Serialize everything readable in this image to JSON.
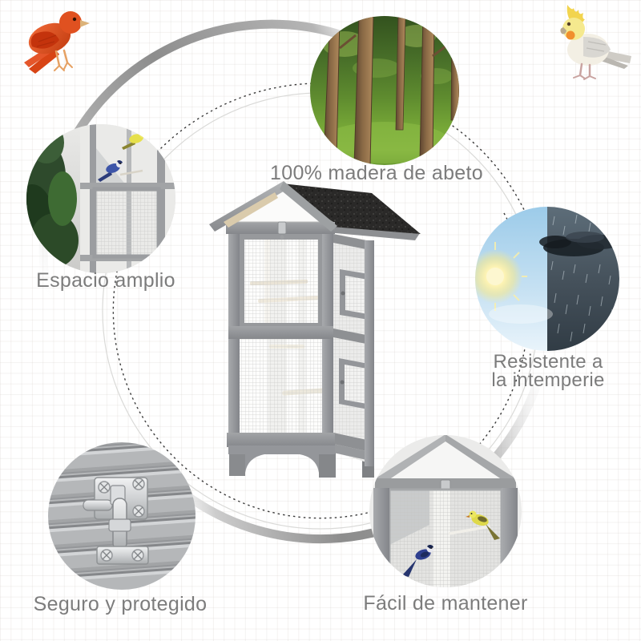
{
  "features": [
    {
      "id": "wood",
      "label": "100% madera de abeto",
      "image": "forest-fir-trees-photo"
    },
    {
      "id": "space",
      "label": "Espacio amplio",
      "image": "aviary-interior-with-plant-photo"
    },
    {
      "id": "weather",
      "label": "Resistente a la intemperie",
      "line1": "Resistente a",
      "line2": "la intemperie",
      "image": "sun-and-rain-split-photo"
    },
    {
      "id": "secure",
      "label": "Seguro y protegido",
      "image": "metal-latch-on-wood-photo"
    },
    {
      "id": "maintain",
      "label": "Fácil de mantener",
      "image": "aviary-front-with-birds-photo"
    }
  ],
  "decor": {
    "top_left_bird": "red-canary",
    "top_right_bird": "cockatiel",
    "center_product": "wooden-aviary-with-asphalt-roof",
    "ring": "dashed-circle-ring"
  },
  "colors": {
    "label_text": "#7c7c7c",
    "ring_gray": "#8d8d8d",
    "dash_line": "#3b3b3b",
    "asphalt_roof": "#2a2928",
    "frame_gray": "#97999c",
    "sky_blue": "#a5d0ec",
    "rain_slate": "#46525c",
    "grass_green": "#6e9a34",
    "canary_orange": "#dd5026",
    "cockatiel_yellow": "#f2d44e"
  }
}
